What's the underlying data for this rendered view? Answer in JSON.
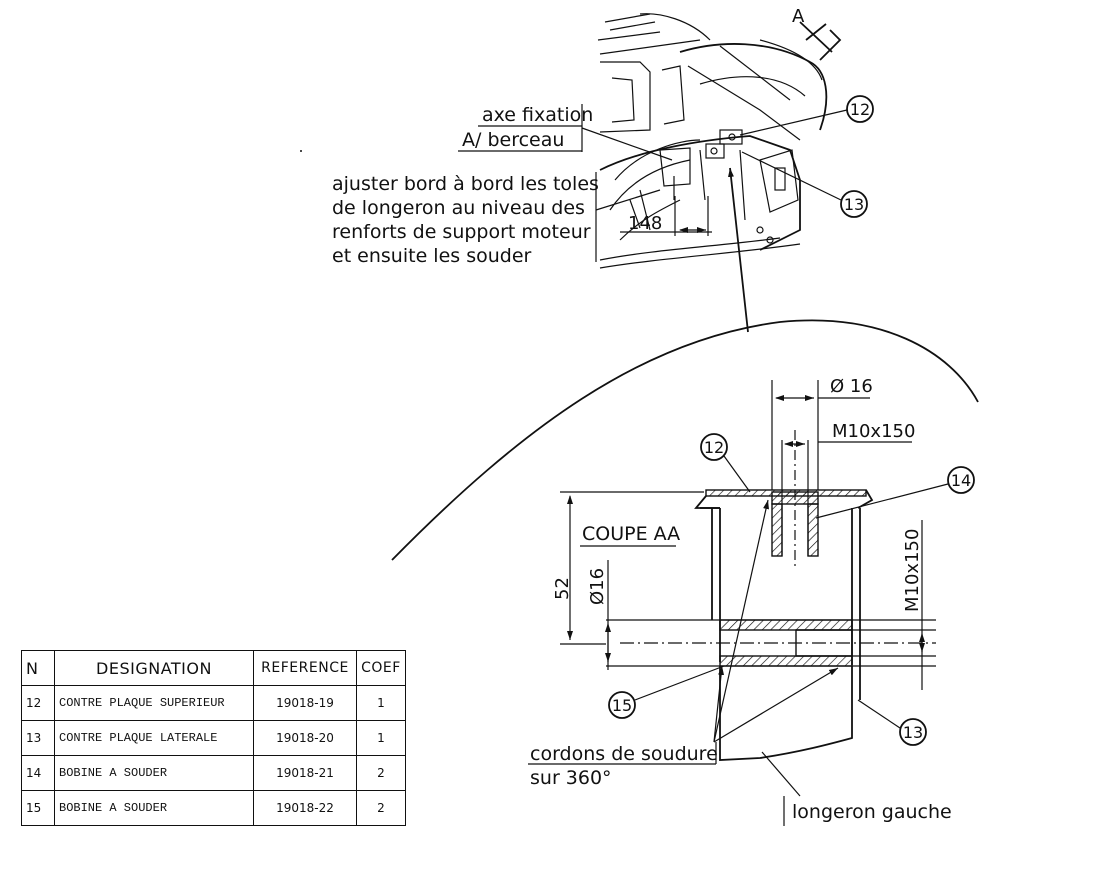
{
  "labels": {
    "section_marker": "A",
    "axe_fixation": "axe fixation",
    "berceau": "A/ berceau",
    "note_line1": "ajuster bord à bord les toles",
    "note_line2": "de longeron au niveau des",
    "note_line3": "renforts de support moteur",
    "note_line4": "et ensuite les souder",
    "dim_148": "148",
    "dim_diam16_top": "Ø 16",
    "dim_m10_top": "M10x150",
    "coupe": "COUPE AA",
    "dim_52": "52",
    "dim_diam16_side": "Ø16",
    "dim_m10_side": "M10x150",
    "cordons_line1": "cordons de soudure",
    "cordons_line2": "sur 360°",
    "longeron": "longeron gauche"
  },
  "bubbles": {
    "b12_top": "12",
    "b13_top": "13",
    "b12_section": "12",
    "b14_section": "14",
    "b15_section": "15",
    "b13_section": "13"
  },
  "table": {
    "headers": {
      "n": "N",
      "designation": "DESIGNATION",
      "reference": "REFERENCE",
      "coef": "COEF"
    },
    "rows": [
      {
        "n": "12",
        "designation": "CONTRE PLAQUE SUPERIEUR",
        "reference": "19018-19",
        "coef": "1"
      },
      {
        "n": "13",
        "designation": "CONTRE PLAQUE LATERALE",
        "reference": "19018-20",
        "coef": "1"
      },
      {
        "n": "14",
        "designation": "BOBINE A SOUDER",
        "reference": "19018-21",
        "coef": "2"
      },
      {
        "n": "15",
        "designation": "BOBINE A SOUDER",
        "reference": "19018-22",
        "coef": "2"
      }
    ]
  },
  "colors": {
    "ink": "#111111",
    "paper": "#ffffff"
  }
}
